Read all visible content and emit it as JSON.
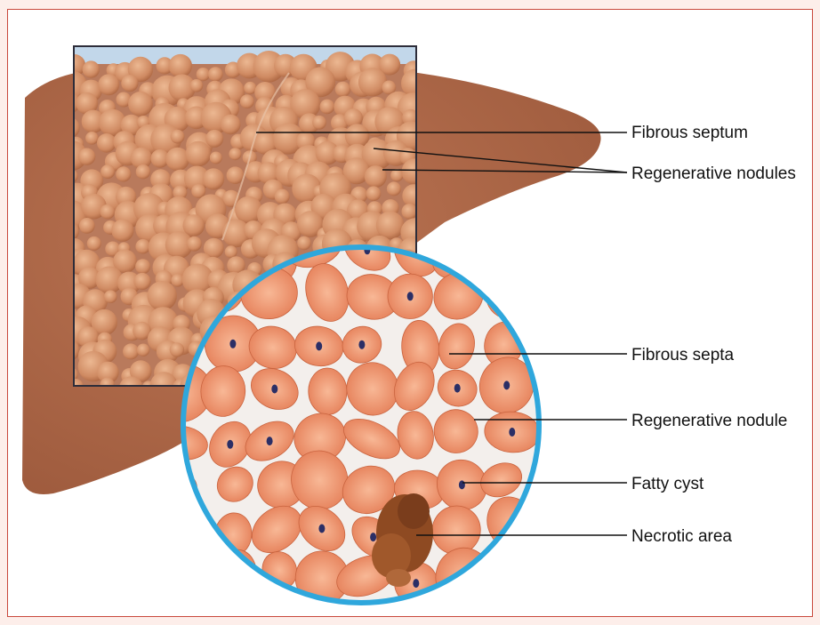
{
  "labels": {
    "fibrous_septum": "Fibrous septum",
    "regenerative_nodules": "Regenerative nodules",
    "fibrous_septa": "Fibrous septa",
    "regenerative_nodule": "Regenerative nodule",
    "fatty_cyst": "Fatty cyst",
    "necrotic_area": "Necrotic area"
  },
  "colors": {
    "liver": "#b26a4b",
    "nodule": "#d08d67",
    "nodule_light": "#e4ab84",
    "septa_bg": "#f0ece8",
    "cell": "#e68661",
    "cell_light": "#f5b290",
    "magnifier_ring": "#2fa7dc",
    "necrotic": "#8e4a22",
    "frame_border": "#c9483c",
    "page_bg": "#fdeeea"
  }
}
